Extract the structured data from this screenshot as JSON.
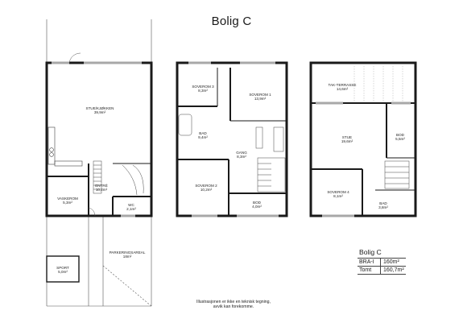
{
  "title": "Bolig C",
  "rooms": {
    "stue_kjokken": {
      "name": "STUE/KJØKKEN",
      "area": "39,9m²"
    },
    "vaskerom": {
      "name": "VASKEROM",
      "area": "5,3m²"
    },
    "entre": {
      "name": "ENTRÉ",
      "area": "10,2m²"
    },
    "wc": {
      "name": "WC",
      "area": "2,1m²"
    },
    "sport": {
      "name": "SPORT",
      "area": "5,0m²"
    },
    "parkering": {
      "name": "PARKERINGSAREAL",
      "area": "18m²"
    },
    "soverom3": {
      "name": "SOVEROM 3",
      "area": "8,3m²"
    },
    "soverom1": {
      "name": "SOVEROM 1",
      "area": "13,9m²"
    },
    "bad1": {
      "name": "BAD",
      "area": "9,4m²"
    },
    "gang": {
      "name": "GANG",
      "area": "8,3m²"
    },
    "soverom2": {
      "name": "SOVEROM 2",
      "area": "10,2m²"
    },
    "bod1": {
      "name": "BOD",
      "area": "4,0m²"
    },
    "takterrasse": {
      "name": "TAK-TERRASSE",
      "area": "14,6m²"
    },
    "stue2": {
      "name": "STUE",
      "area": "19,6m²"
    },
    "bod2": {
      "name": "BOD",
      "area": "5,5m²"
    },
    "soverom4": {
      "name": "SOVEROM 4",
      "area": "8,1m²"
    },
    "bad2": {
      "name": "BAD",
      "area": "3,8m²"
    }
  },
  "note": {
    "line1": "Illustrasjonen er ikke en teknisk tegning,",
    "line2": "avvik kan forekomme."
  },
  "legend": {
    "title": "Bolig C",
    "rows": [
      {
        "key": "BRA-I",
        "value": "160m²"
      },
      {
        "key": "Tomt",
        "value": "160,7m²"
      }
    ]
  },
  "colors": {
    "wall": "#1a1a1a",
    "line": "#555555",
    "window": "#a8a8a8"
  }
}
